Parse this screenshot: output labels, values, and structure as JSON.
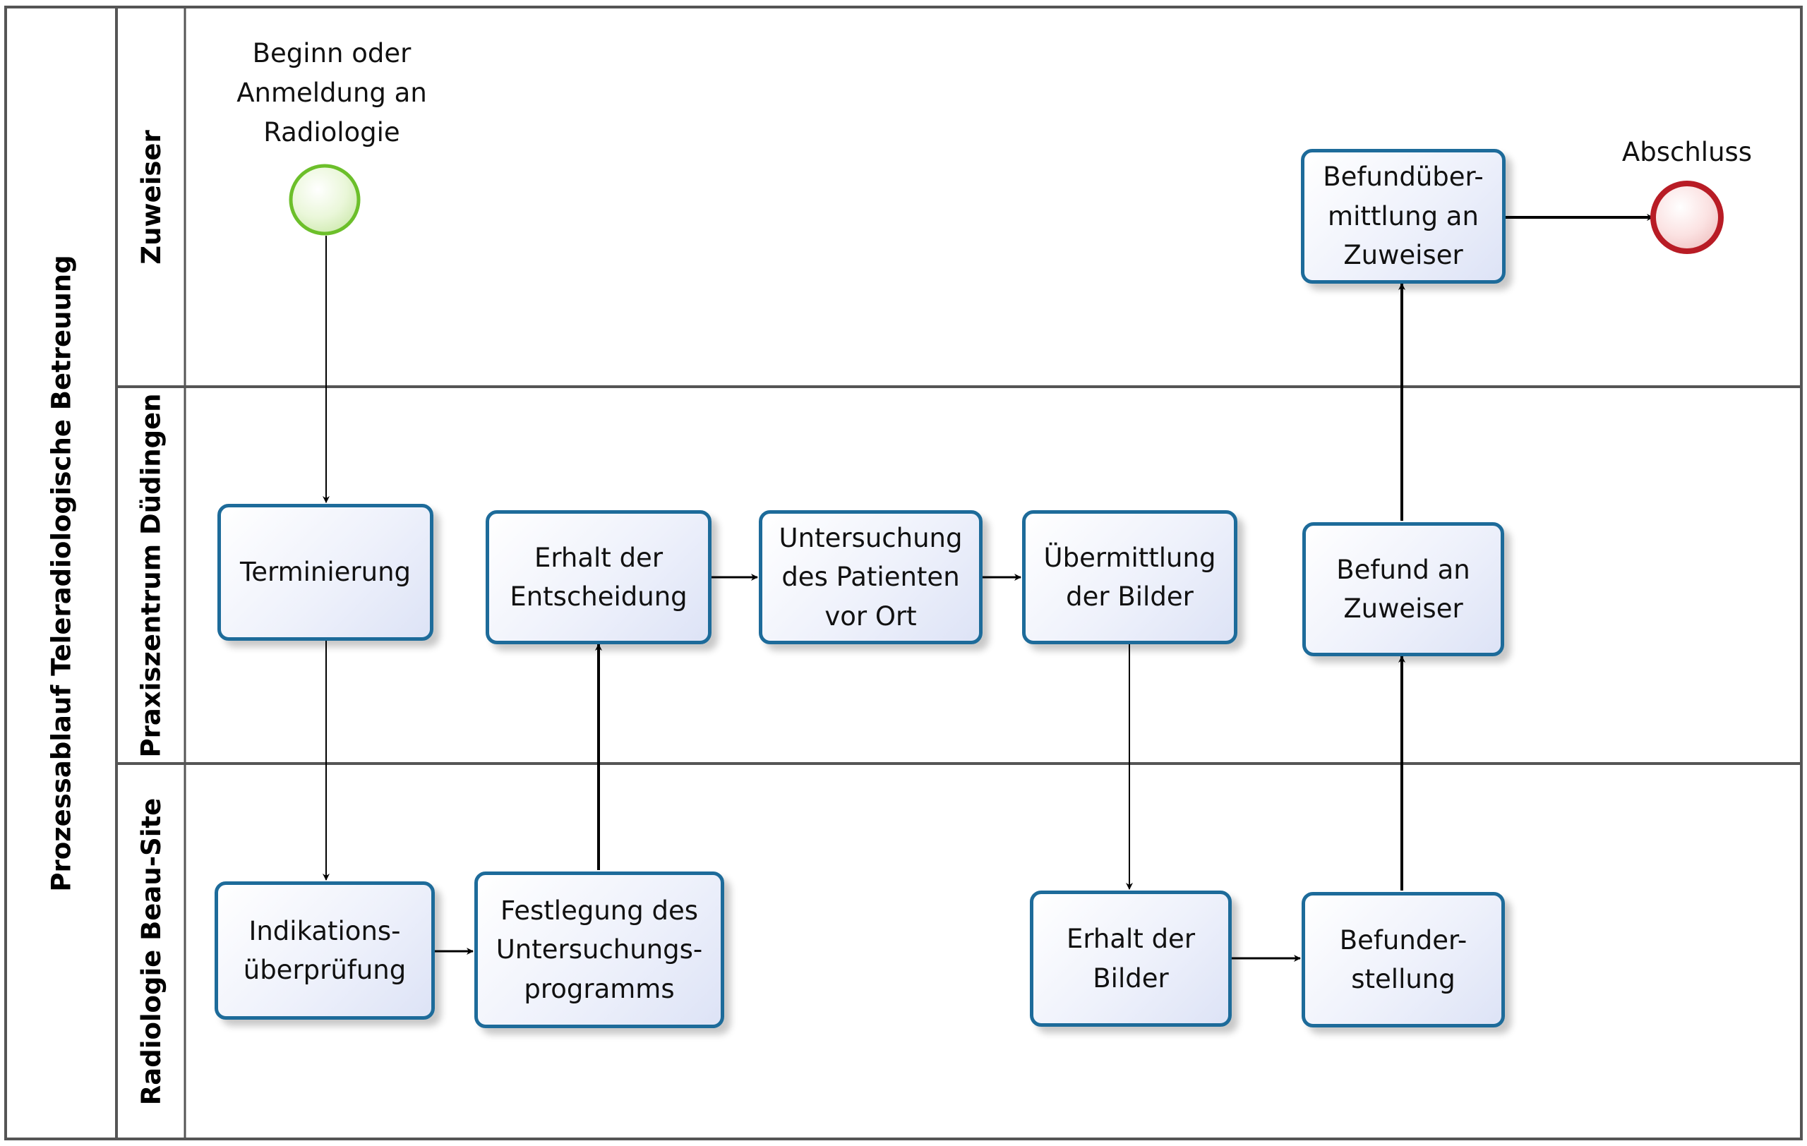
{
  "pool": {
    "title": "Prozessablauf Teleradiologische Betreuung"
  },
  "lanes": [
    {
      "id": "zuweiser",
      "title": "Zuweiser"
    },
    {
      "id": "praxis",
      "title": "Praxiszentrum Düdingen"
    },
    {
      "id": "radiologie",
      "title": "Radiologie Beau-Site"
    }
  ],
  "events": {
    "start": {
      "label": "Beginn oder\nAnmeldung an\nRadiologie",
      "color": "#6cbf2a"
    },
    "end": {
      "label": "Abschluss",
      "color": "#b81c25"
    }
  },
  "tasks": {
    "terminierung": "Terminierung",
    "indikation": "Indikations-\nüberprüfung",
    "festlegung": "Festlegung des\nUntersuchungs-\nprogramms",
    "erhalt_entscheidung": "Erhalt der\nEntscheidung",
    "untersuchung": "Untersuchung\ndes Patienten\nvor Ort",
    "uebermittlung": "Übermittlung\nder Bilder",
    "erhalt_bilder": "Erhalt der\nBilder",
    "befunderstellung": "Befunder-\nstellung",
    "befund_zuweiser": "Befund an\nZuweiser",
    "befunduebermittlung": "Befundüber-\nmittlung an\nZuweiser"
  },
  "colors": {
    "task_border": "#1d6b9a",
    "lane_border": "#555555"
  }
}
